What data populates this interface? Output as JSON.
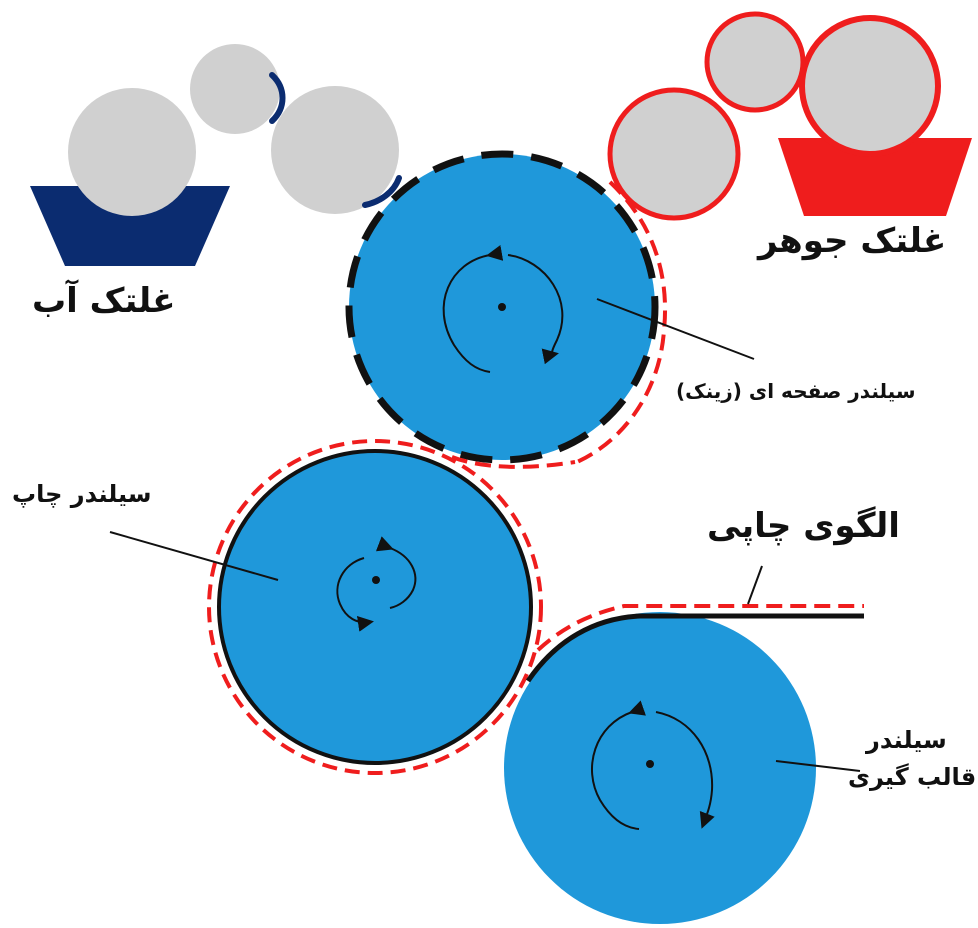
{
  "labels": {
    "water_roller": "غلتک آب",
    "ink_roller": "غلتک جوهر",
    "plate_cylinder": "سیلندر صفحه ای (زینک)",
    "impression_cylinder": "سیلندر چاپ",
    "printing_pattern": "الگوی چاپی",
    "forming_cylinder_line1": "سیلندر",
    "forming_cylinder_line2": "قالب گیری"
  },
  "colors": {
    "cylinder_fill": "#1f98da",
    "ink_red": "#ef1d1d",
    "water_navy": "#0b2c70",
    "roller_gray": "#d0d0d0",
    "outline_black": "#111111",
    "paper_black": "#111111"
  }
}
